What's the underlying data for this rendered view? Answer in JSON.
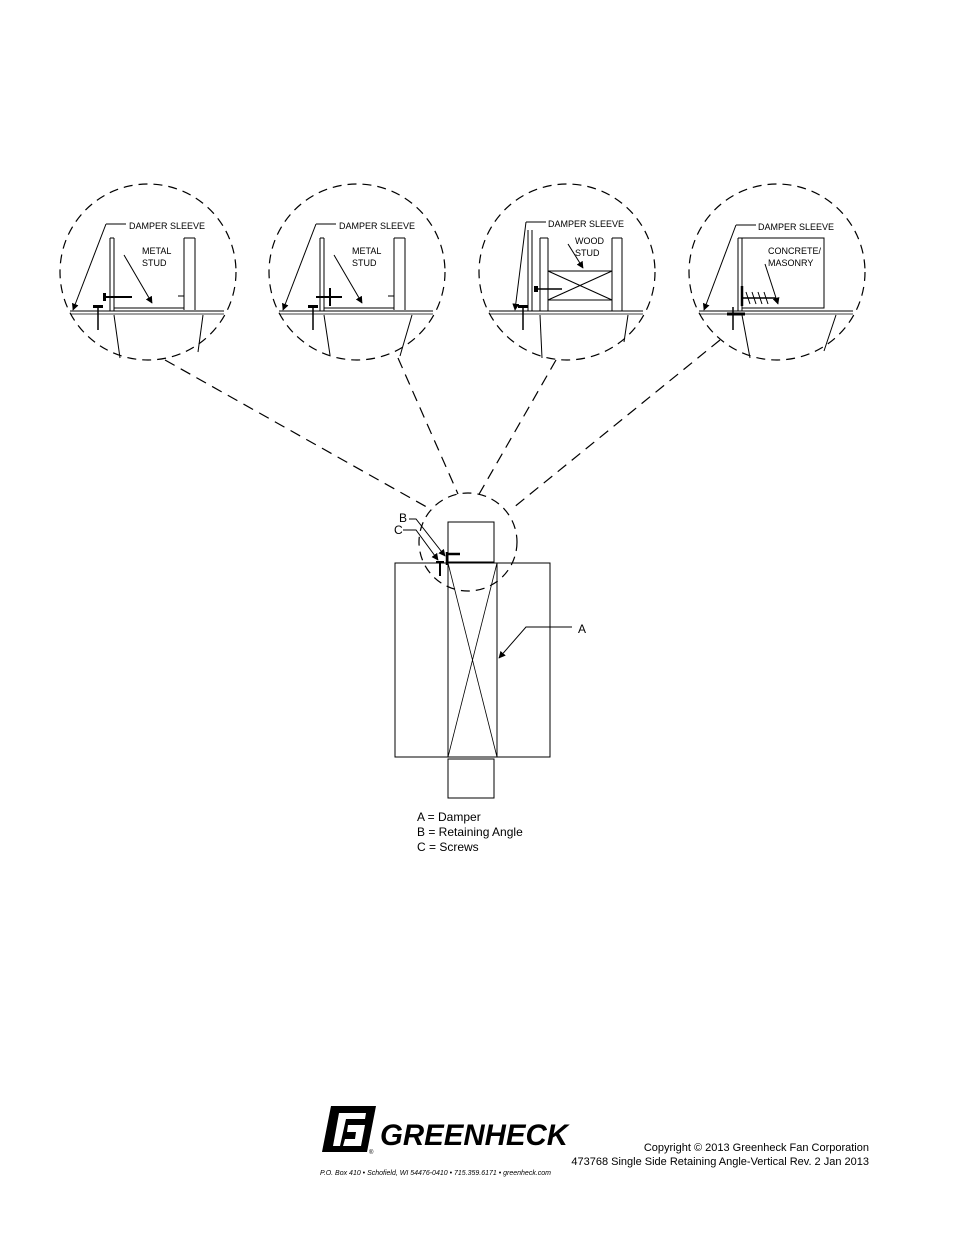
{
  "details": [
    {
      "sleeve_label": "DAMPER SLEEVE",
      "wall_label_1": "METAL",
      "wall_label_2": "STUD"
    },
    {
      "sleeve_label": "DAMPER SLEEVE",
      "wall_label_1": "METAL",
      "wall_label_2": "STUD"
    },
    {
      "sleeve_label": "DAMPER SLEEVE",
      "wall_label_1": "WOOD",
      "wall_label_2": "STUD"
    },
    {
      "sleeve_label": "DAMPER SLEEVE",
      "wall_label_1": "CONCRETE/",
      "wall_label_2": "MASONRY"
    }
  ],
  "callouts": {
    "a": "A",
    "b": "B",
    "c": "C"
  },
  "legend": [
    "A = Damper",
    "B = Retaining Angle",
    "C = Screws"
  ],
  "footer": {
    "logo_text": "GREENHECK",
    "address": "P.O. Box 410 • Schofield, WI 54476-0410 • 715.359.6171 • greenheck.com",
    "copyright": "Copyright © 2013 Greenheck Fan Corporation",
    "document": "473768 Single Side Retaining Angle-Vertical  Rev. 2 Jan 2013"
  }
}
